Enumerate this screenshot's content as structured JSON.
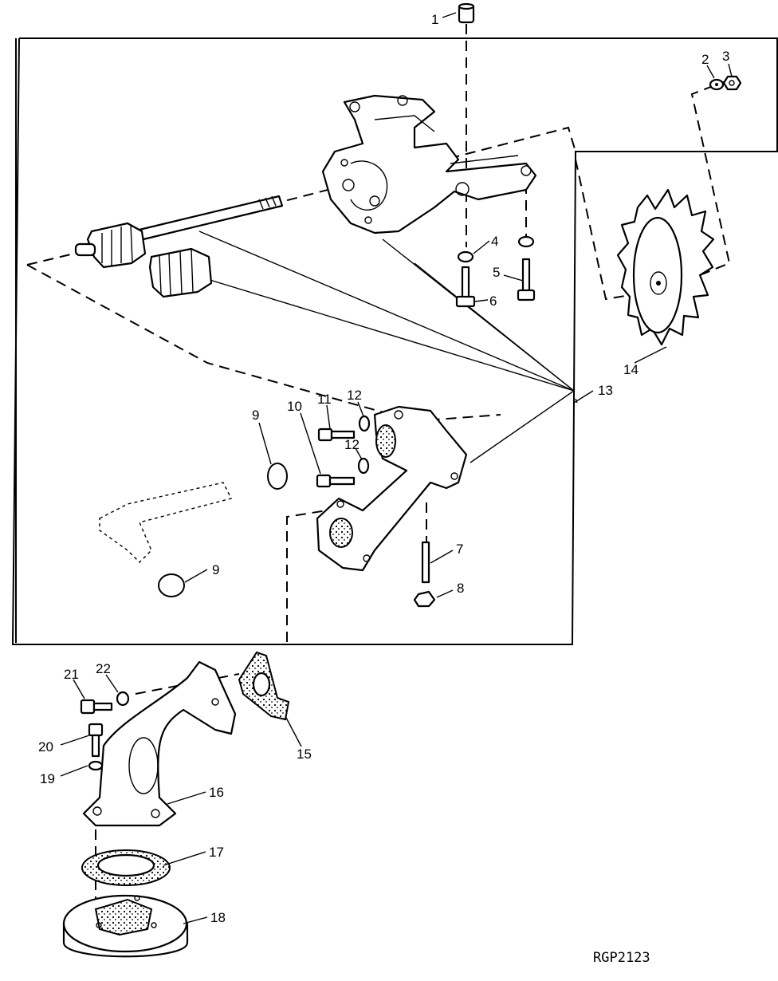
{
  "figure_id": "RGP2123",
  "callouts": [
    "1",
    "2",
    "3",
    "4",
    "5",
    "6",
    "7",
    "8",
    "9",
    "9",
    "10",
    "11",
    "12",
    "12",
    "13",
    "14",
    "15",
    "16",
    "17",
    "18",
    "19",
    "20",
    "21",
    "22"
  ]
}
